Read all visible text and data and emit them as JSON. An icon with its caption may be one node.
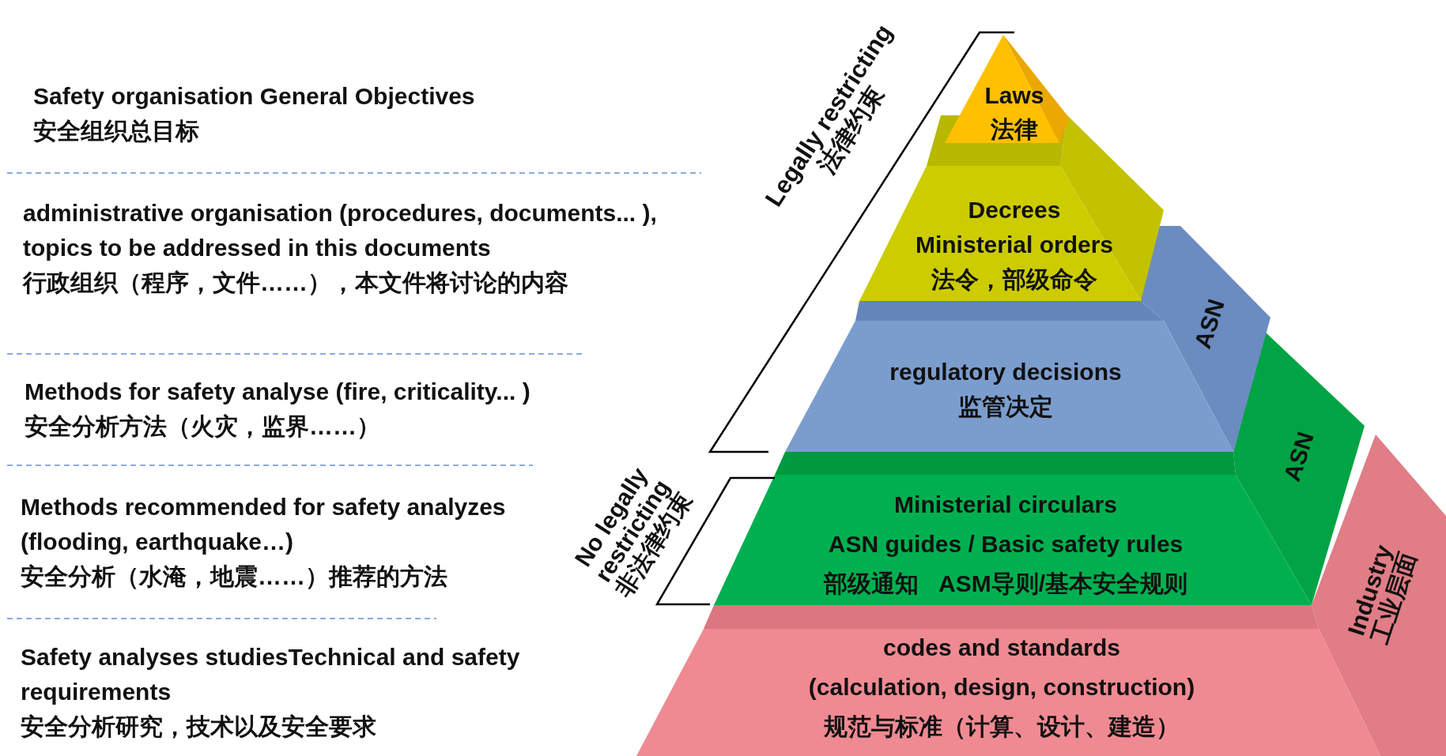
{
  "diagram": {
    "nodes": [
      {
        "text": [
          "Laws",
          "法律"
        ]
      },
      {
        "text": [
          "Decrees",
          "Ministerial orders",
          "法令，部级命令"
        ]
      },
      {
        "text": [
          "regulatory decisions",
          "监管决定"
        ]
      },
      {
        "text": [
          "Ministerial circulars",
          "ASN guides / Basic safety rules",
          "部级通知   ASM导则/基本安全规则"
        ]
      },
      {
        "text": [
          "codes and standards",
          "(calculation, design, construction)",
          "规范与标准（计算、设计、建造）"
        ]
      }
    ],
    "labels": [
      "Safety organisation General Objectives",
      "安全组织总目标",
      "administrative organisation (procedures, documents... ), topics to be addressed in this documents",
      "行政组织（程序，文件……），本文件将讨论的内容",
      "Methods for safety analyse (fire, criticality... )",
      "安全分析方法（火灾，监界……）",
      "Methods recommended for  safety analyzes (flooding, earthquake…)",
      "安全分析（水淹，地震……）推荐的方法",
      "Safety analyses studiesTechnical and safety requirements",
      "安全分析研究，技术以及安全要求",
      "Legally restricting",
      "法律约束",
      "No legally restricting",
      "非法律约束",
      "ASN",
      "ASN",
      "Industry",
      "工业层面"
    ]
  }
}
